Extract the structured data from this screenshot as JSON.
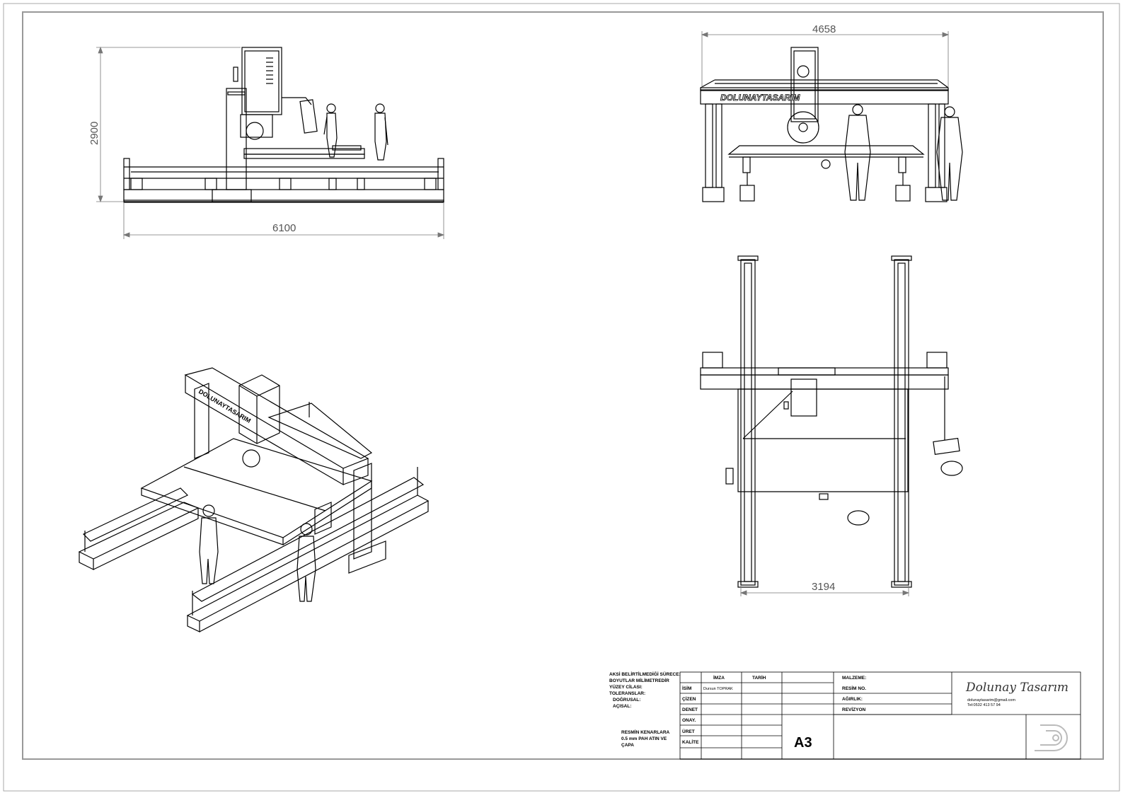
{
  "dimensions": {
    "side_height": "2900",
    "side_width": "6100",
    "front_width": "4658",
    "top_width": "3194"
  },
  "brand_lettering": "DOLUNAYTASARIM",
  "notes": {
    "line1": "AKSİ BELİRTİLMEDİĞİ SÜRECE:",
    "line2": "BOYUTLAR MİLİMETREDİR",
    "line3": "YÜZEY CİLASI:",
    "line4": "TOLERANSLAR:",
    "line5": "DOĞRUSAL:",
    "line6": "AÇISAL:",
    "edge1": "RESMİN KENARLARA",
    "edge2": "0.5 mm PAH ATIN VE",
    "edge3": "ÇAPA"
  },
  "title_block": {
    "col_imza": "İMZA",
    "col_tarih": "TARİH",
    "row_isim": "İSİM",
    "row_cizen": "ÇİZEN",
    "row_denet": "DENET",
    "row_onay": "ONAY.",
    "row_uret": "ÜRET",
    "row_kalite": "KALİTE",
    "drawer_name": "Dursun TOPRAK",
    "malzeme": "MALZEME:",
    "resim_no": "RESİM NO.",
    "agirlik": "AĞIRLIK:",
    "revizyon": "REVİZYON",
    "size": "A3",
    "company": "Dolunay Tasarım",
    "email": "dolunaytasarim@gmail.com",
    "phone": "Tel:0532 413 57 94"
  }
}
